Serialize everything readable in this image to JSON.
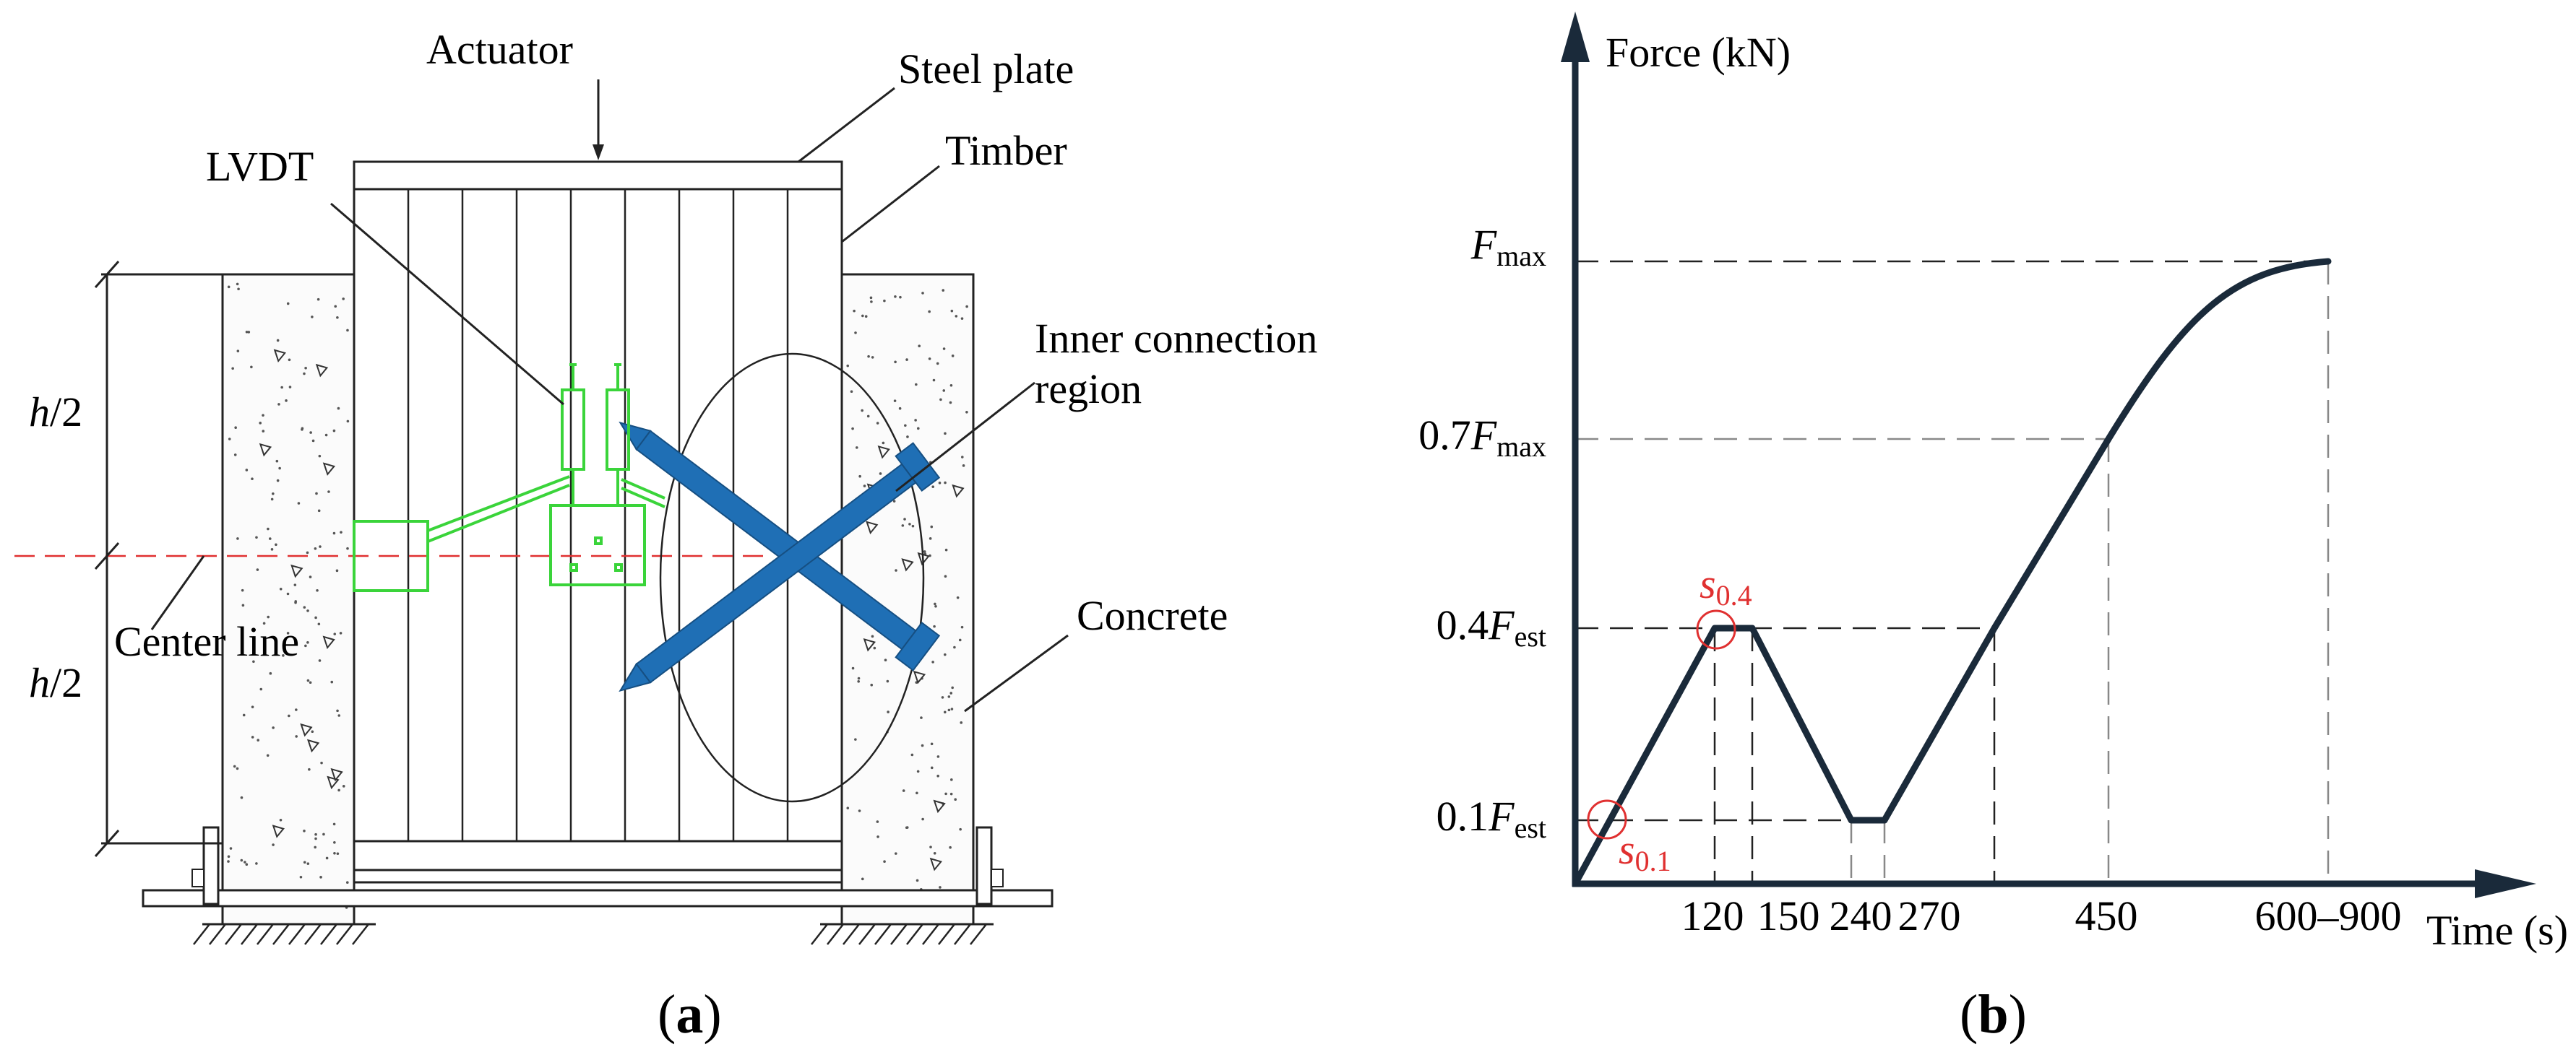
{
  "panel_a": {
    "label_open": "(",
    "label_letter": "a",
    "label_close": ")",
    "callouts": {
      "actuator": "Actuator",
      "steel_plate": "Steel plate",
      "timber": "Timber",
      "lvdt": "LVDT",
      "inner_connection_line1": "Inner connection",
      "inner_connection_line2": "region",
      "concrete": "Concrete",
      "center_line": "Center line"
    },
    "dimension": {
      "upper_h": "h",
      "upper_frac": "/2",
      "lower_h": "h",
      "lower_frac": "/2"
    }
  },
  "panel_b": {
    "label_open": "(",
    "label_letter": "b",
    "label_close": ")",
    "colors": {
      "curve": "#1a2a3a",
      "markers": "#e03030"
    },
    "chart_data": {
      "type": "line",
      "ylabel": "Force (kN)",
      "xlabel": "Time (s)",
      "x_ticks": [
        "120",
        "150",
        "240",
        "270",
        "450",
        "600–900"
      ],
      "y_ticks": [
        {
          "base": "0.1",
          "sym": "F",
          "sub": "est"
        },
        {
          "base": "0.4",
          "sym": "F",
          "sub": "est"
        },
        {
          "base": "0.7",
          "sym": "F",
          "sub": "max"
        },
        {
          "base": "",
          "sym": "F",
          "sub": "max"
        }
      ],
      "series_points": [
        {
          "t": 0,
          "f": "0"
        },
        {
          "t": 120,
          "f": "0.4Fest"
        },
        {
          "t": 150,
          "f": "0.4Fest"
        },
        {
          "t": 240,
          "f": "0.1Fest"
        },
        {
          "t": 270,
          "f": "0.1Fest"
        },
        {
          "t": 450,
          "f": "0.7Fmax"
        },
        {
          "t": "600–900",
          "f": "Fmax"
        }
      ],
      "annotations": [
        {
          "sym": "s",
          "sub": "0.1"
        },
        {
          "sym": "s",
          "sub": "0.4"
        }
      ]
    }
  }
}
